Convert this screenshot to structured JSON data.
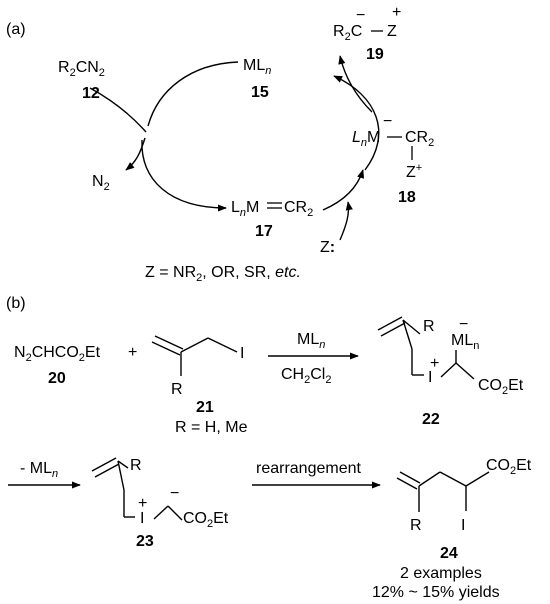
{
  "part_a": {
    "label": "(a)",
    "c12": {
      "formula": "R2CN2",
      "num": "12"
    },
    "c15": {
      "formula": "MLn",
      "num": "15"
    },
    "c19": {
      "formula": "R2C−Z",
      "num": "19",
      "charges": [
        "−",
        "+"
      ]
    },
    "c18": {
      "formula": "LnM−CR2",
      "z": "Z+",
      "num": "18",
      "charge": "−"
    },
    "c17": {
      "formula": "LnM=CR2",
      "num": "17"
    },
    "n2": "N2",
    "nucleophile": "Z:",
    "z_definition": "Z = NR2, OR, SR, etc."
  },
  "part_b": {
    "label": "(b)",
    "c20": {
      "formula": "N2CHCO2Et",
      "num": "20"
    },
    "plus": "+",
    "c21": {
      "atom_i": "I",
      "atom_r": "R",
      "num": "21",
      "r_def": "R = H, Me"
    },
    "arrow1": {
      "top": "MLn",
      "bottom": "CH2Cl2"
    },
    "c22": {
      "r": "R",
      "i": "I",
      "mln": "MLn",
      "co2et": "CO2Et",
      "num": "22",
      "charges": [
        "+",
        "−"
      ]
    },
    "arrow2": {
      "label": "- MLn"
    },
    "c23": {
      "r": "R",
      "i": "I",
      "co2et": "CO2Et",
      "num": "23",
      "charges": [
        "+",
        "−"
      ]
    },
    "arrow3": {
      "label": "rearrangement"
    },
    "c24": {
      "r": "R",
      "i": "I",
      "co2et": "CO2Et",
      "num": "24",
      "note1": "2 examples",
      "note2": "12% ~ 15% yields"
    }
  }
}
